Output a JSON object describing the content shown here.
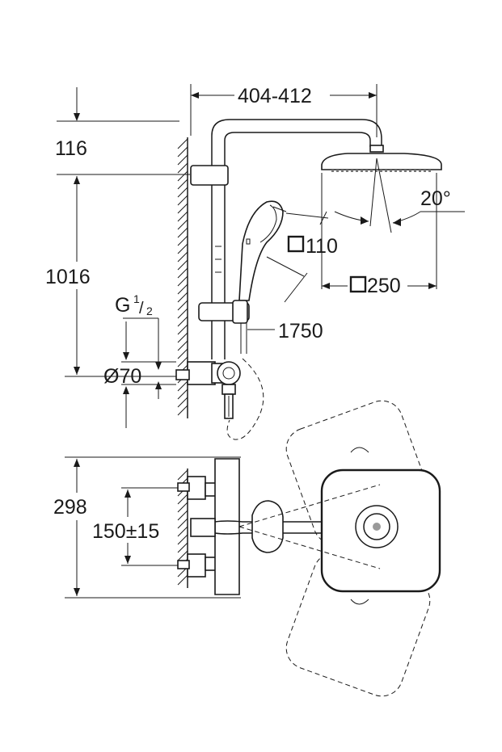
{
  "dimensions": {
    "width_range": "404-412",
    "top_offset": "116",
    "height": "1016",
    "thread": "G",
    "thread_num": "1",
    "thread_den": "2",
    "diameter": "Ø70",
    "hand_shower_size": "110",
    "angle": "20°",
    "head_size": "250",
    "hose_length": "1750",
    "depth": "298",
    "centers": "150±15"
  }
}
